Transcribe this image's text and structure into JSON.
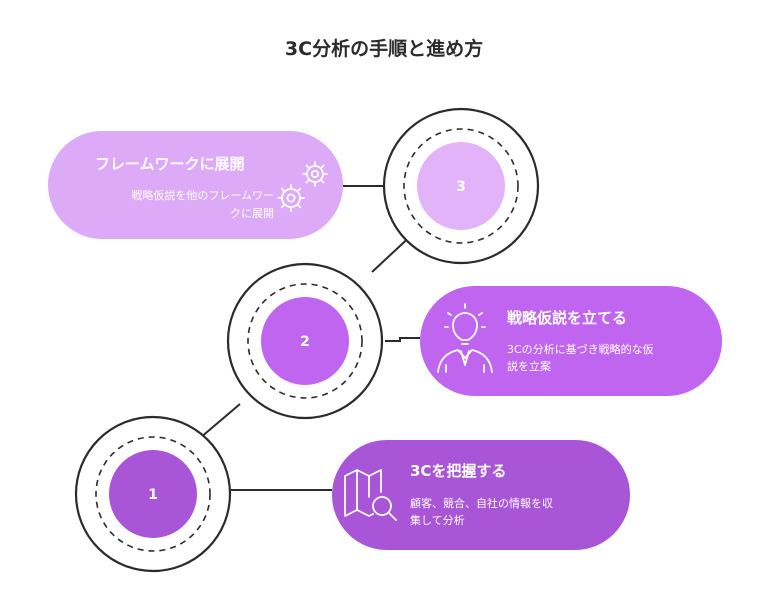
{
  "title": "3C分析の手順と進め方",
  "steps": [
    {
      "number": "1",
      "title": "3Cを把握する",
      "description_lines": [
        "顧客、競合、自社の情報を収",
        "集して分析"
      ],
      "icon": "map-search-icon",
      "color": "#a855d8",
      "circle_color": "#a855d8"
    },
    {
      "number": "2",
      "title": "戦略仮説を立てる",
      "description_lines": [
        "3Cの分析に基づき戦略的な仮",
        "説を立案"
      ],
      "icon": "lightbulb-person-icon",
      "color": "#c065f0",
      "circle_color": "#c065f0"
    },
    {
      "number": "3",
      "title": "フレームワークに展開",
      "description_lines": [
        "戦略仮説を他のフレームワー",
        "クに展開"
      ],
      "icon": "gears-icon",
      "color": "#ddaaf7",
      "circle_color": "#e3b3f9"
    }
  ]
}
